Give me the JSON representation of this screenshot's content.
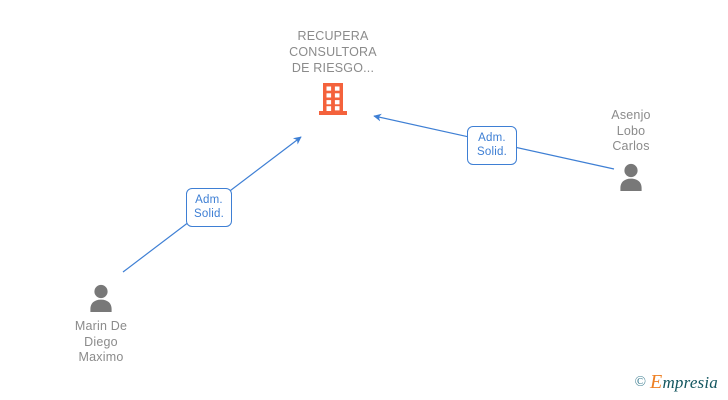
{
  "diagram": {
    "type": "corporate-relationship-graph",
    "background_color": "#ffffff",
    "company": {
      "name": "RECUPERA\nCONSULTORA\nDE RIESGO...",
      "icon": "building-icon",
      "icon_color": "#f4623c",
      "text_color": "#8b8b8b"
    },
    "persons": [
      {
        "id": "person-left",
        "name": "Marin De\nDiego\nMaximo",
        "icon": "person-icon",
        "icon_color": "#787878",
        "label_position": "below"
      },
      {
        "id": "person-right",
        "name": "Asenjo\nLobo\nCarlos",
        "icon": "person-icon",
        "icon_color": "#787878",
        "label_position": "above"
      }
    ],
    "relations": [
      {
        "id": "rel-left",
        "label": "Adm.\nSolid.",
        "from": "person-left",
        "to": "company",
        "color": "#3e7fd4"
      },
      {
        "id": "rel-right",
        "label": "Adm.\nSolid.",
        "from": "person-right",
        "to": "company",
        "color": "#3e7fd4"
      }
    ],
    "accent_colors": {
      "edge": "#3e7fd4",
      "company": "#f4623c",
      "person": "#787878",
      "text": "#8b8b8b"
    }
  },
  "watermark": {
    "copyright": "©",
    "brand_initial": "E",
    "brand_rest": "mpresia",
    "initial_color": "#ee8024",
    "rest_color": "#13565f"
  }
}
